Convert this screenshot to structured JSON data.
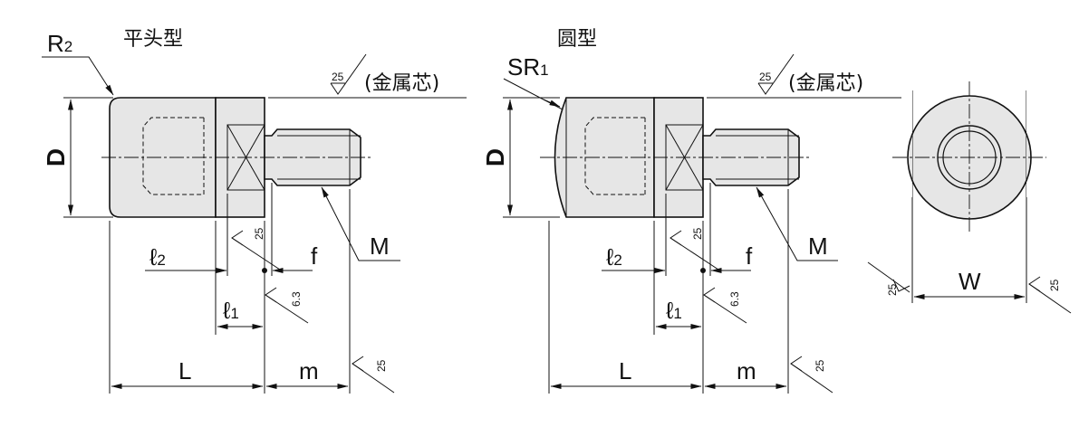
{
  "titles": {
    "flat_type": "平头型",
    "round_type": "圆型"
  },
  "labels": {
    "radius_flat": "R2",
    "radius_round": "SR1",
    "diameter": "D",
    "thread": "M",
    "overall_length": "L",
    "thread_length": "m",
    "flat_start": "ℓ2",
    "flat_width": "ℓ1",
    "chamfer": "f",
    "width": "W"
  },
  "surface_finish": {
    "core_value": "25",
    "core_note": "(金属芯)",
    "face_value": "25",
    "fine_value": "6.3"
  }
}
